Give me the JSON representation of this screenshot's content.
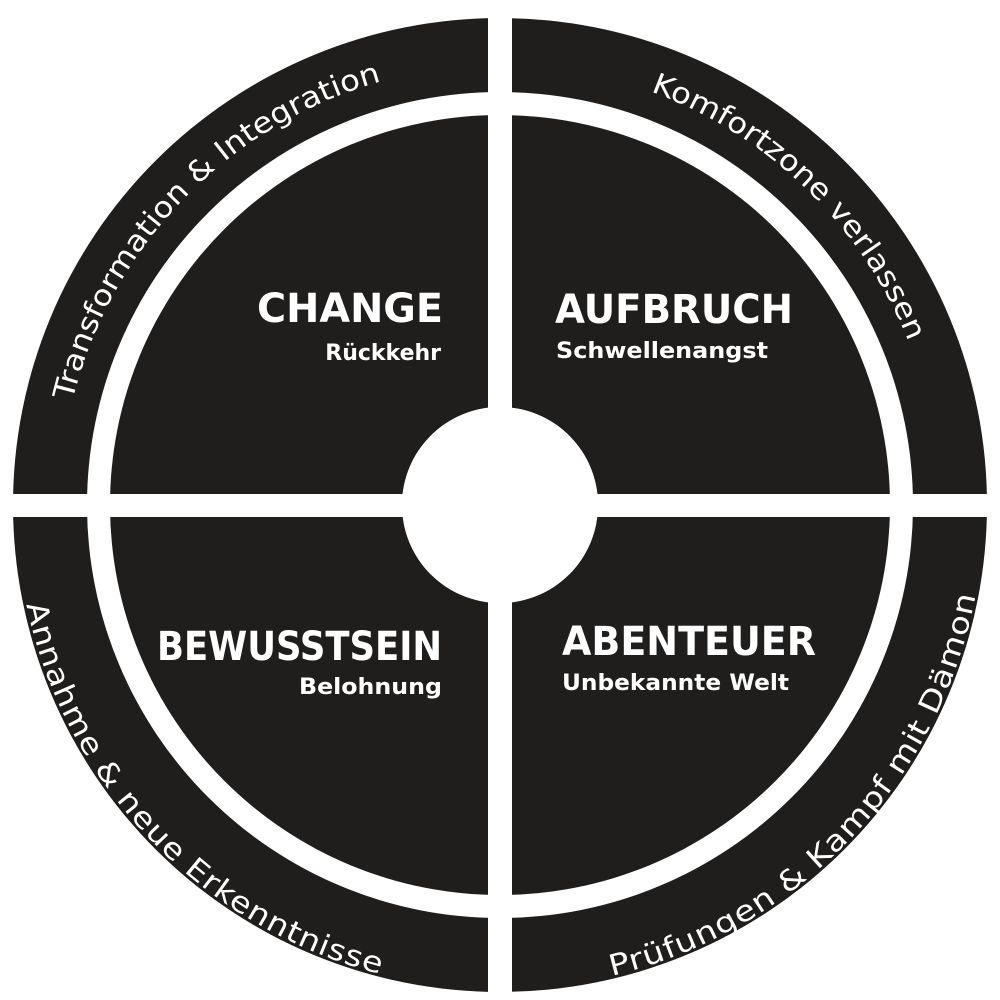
{
  "diagram": {
    "colors": {
      "fill": "#1f1e1d",
      "text": "#ffffff",
      "background": "#ffffff"
    },
    "quadrants": {
      "top_left": {
        "title": "CHANGE",
        "subtitle": "Rückkehr"
      },
      "top_right": {
        "title": "AUFBRUCH",
        "subtitle": "Schwellenangst"
      },
      "bottom_left": {
        "title": "BEWUSSTSEIN",
        "subtitle": "Belohnung"
      },
      "bottom_right": {
        "title": "ABENTEUER",
        "subtitle": "Unbekannte Welt"
      }
    },
    "ring": {
      "top_left": "Transformation & Integration",
      "top_right": "Komfortzone verlassen",
      "bottom_left": "Annahme & neue Erkenntnisse",
      "bottom_right": "Prüfungen & Kampf mit Dämon"
    }
  }
}
